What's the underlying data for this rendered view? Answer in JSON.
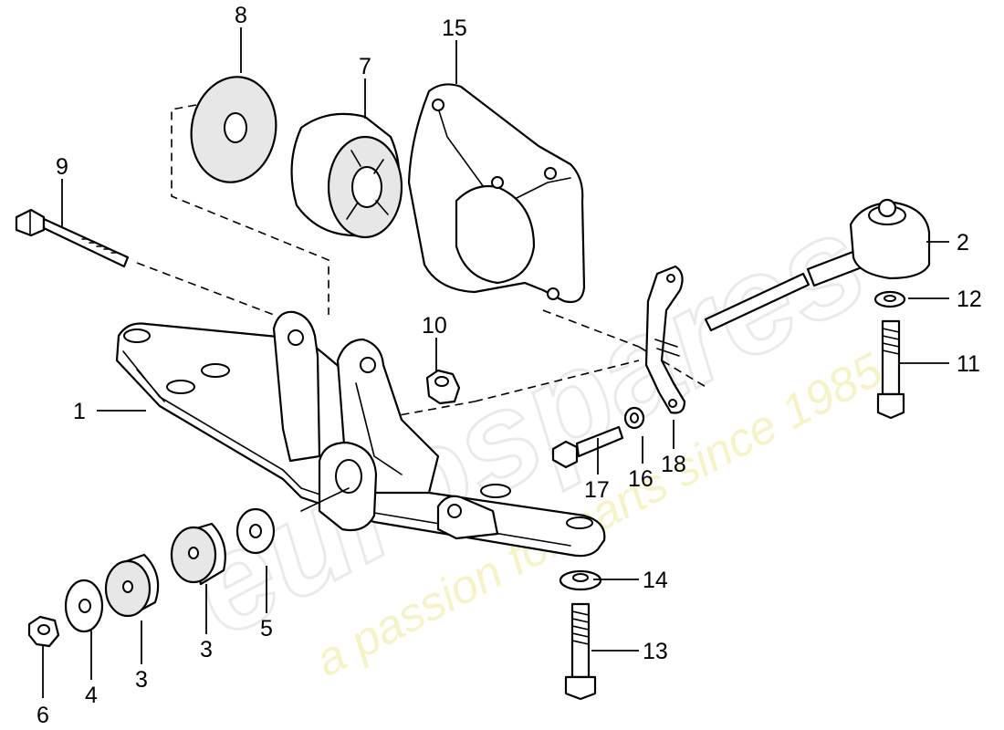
{
  "watermark": {
    "brand": "eurospares",
    "tagline": "a passion for parts since 1985"
  },
  "callouts": [
    "1",
    "2",
    "3",
    "3",
    "4",
    "5",
    "6",
    "7",
    "8",
    "9",
    "10",
    "11",
    "12",
    "13",
    "14",
    "15",
    "16",
    "17",
    "18"
  ]
}
